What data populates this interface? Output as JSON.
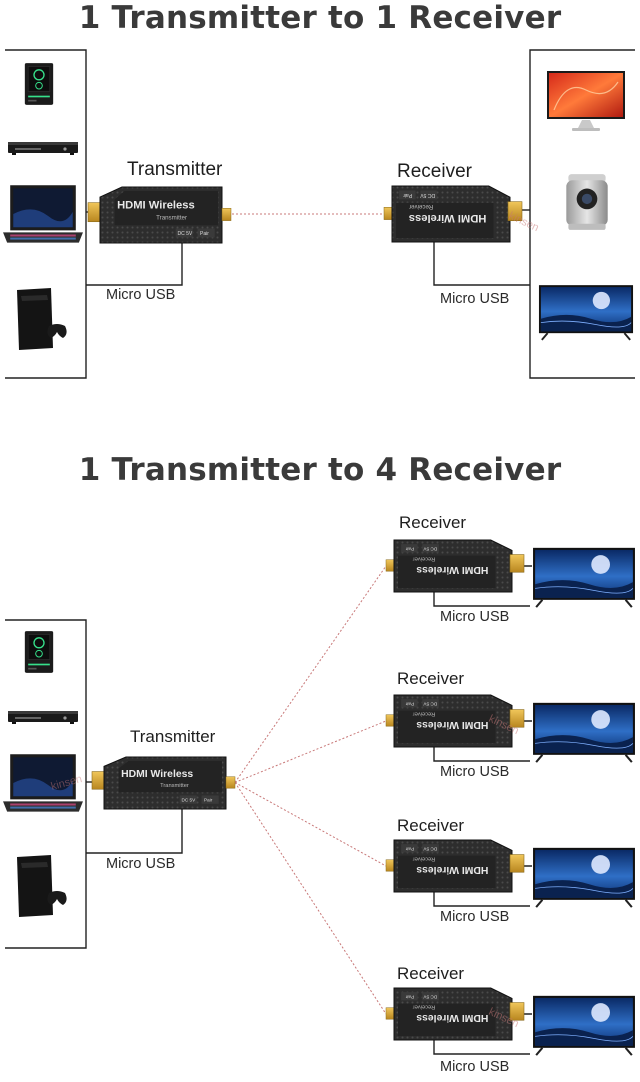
{
  "headings": {
    "one_to_one": "1 Transmitter to 1 Receiver",
    "one_to_four": "1 Transmitter to 4 Receiver"
  },
  "labels": {
    "transmitter": "Transmitter",
    "receiver": "Receiver",
    "micro_usb": "Micro USB"
  },
  "dongle_text": {
    "brand": "HDMI Wireless",
    "tx_sub": "Transmitter",
    "rx_sub": "Receiver",
    "port_dc": "DC 5V",
    "port_pair": "Pair"
  },
  "watermark": "kinsen",
  "icons": {
    "source_devices": [
      "pc-tower-icon",
      "dvd-player-icon",
      "laptop-icon",
      "game-console-icon"
    ],
    "display_devices": [
      "monitor-icon",
      "projector-icon",
      "tv-icon"
    ]
  },
  "colors": {
    "heading": "#3a3a3a",
    "dongle": "#2b2b2b",
    "signal": "#c87878",
    "hdmi_gold": "#d7a63a"
  }
}
